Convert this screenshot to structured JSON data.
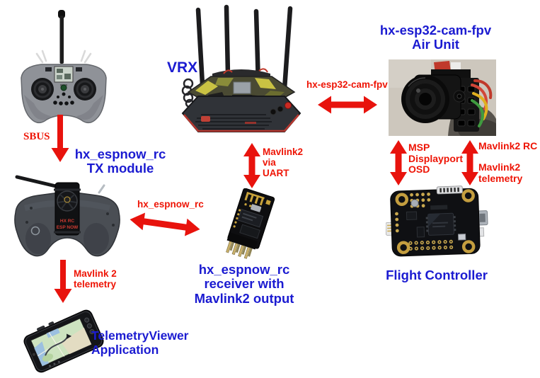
{
  "colors": {
    "label_blue": "#1b1bd1",
    "label_red": "#ee1405",
    "arrow_red": "#e8130d"
  },
  "nodes": {
    "vrx": {
      "label": "VRX"
    },
    "air_unit": {
      "label": "hx-esp32-cam-fpv\nAir Unit"
    },
    "tx_module": {
      "label": "hx_espnow_rc\nTX module"
    },
    "receiver": {
      "label": "hx_espnow_rc\nreceiver with\nMavlink2 output"
    },
    "flight_controller": {
      "label": "Flight Controller"
    },
    "telemetry_viewer": {
      "label": "TelemetryViewer\nApplication"
    }
  },
  "links": {
    "sbus": {
      "label": "SBUS"
    },
    "espnow": {
      "label": "hx_espnow_rc"
    },
    "mavlink2_uart": {
      "label": "Mavlink2\nvia\nUART"
    },
    "esp32_cam_fpv": {
      "label": "hx-esp32-cam-fpv"
    },
    "msp_displayport": {
      "label": "MSP\nDisplayport\nOSD"
    },
    "mavlink2_rc": {
      "label": "Mavlink2 RC"
    },
    "mavlink2_telemetry_fc": {
      "label": "Mavlink2\ntelemetry"
    },
    "mavlink2_telemetry_app": {
      "label": "Mavlink 2\ntelemetry"
    }
  },
  "photo_text": {
    "tx_module_imprint_line1": "HX RC",
    "tx_module_imprint_line2": "ESP NOW"
  }
}
